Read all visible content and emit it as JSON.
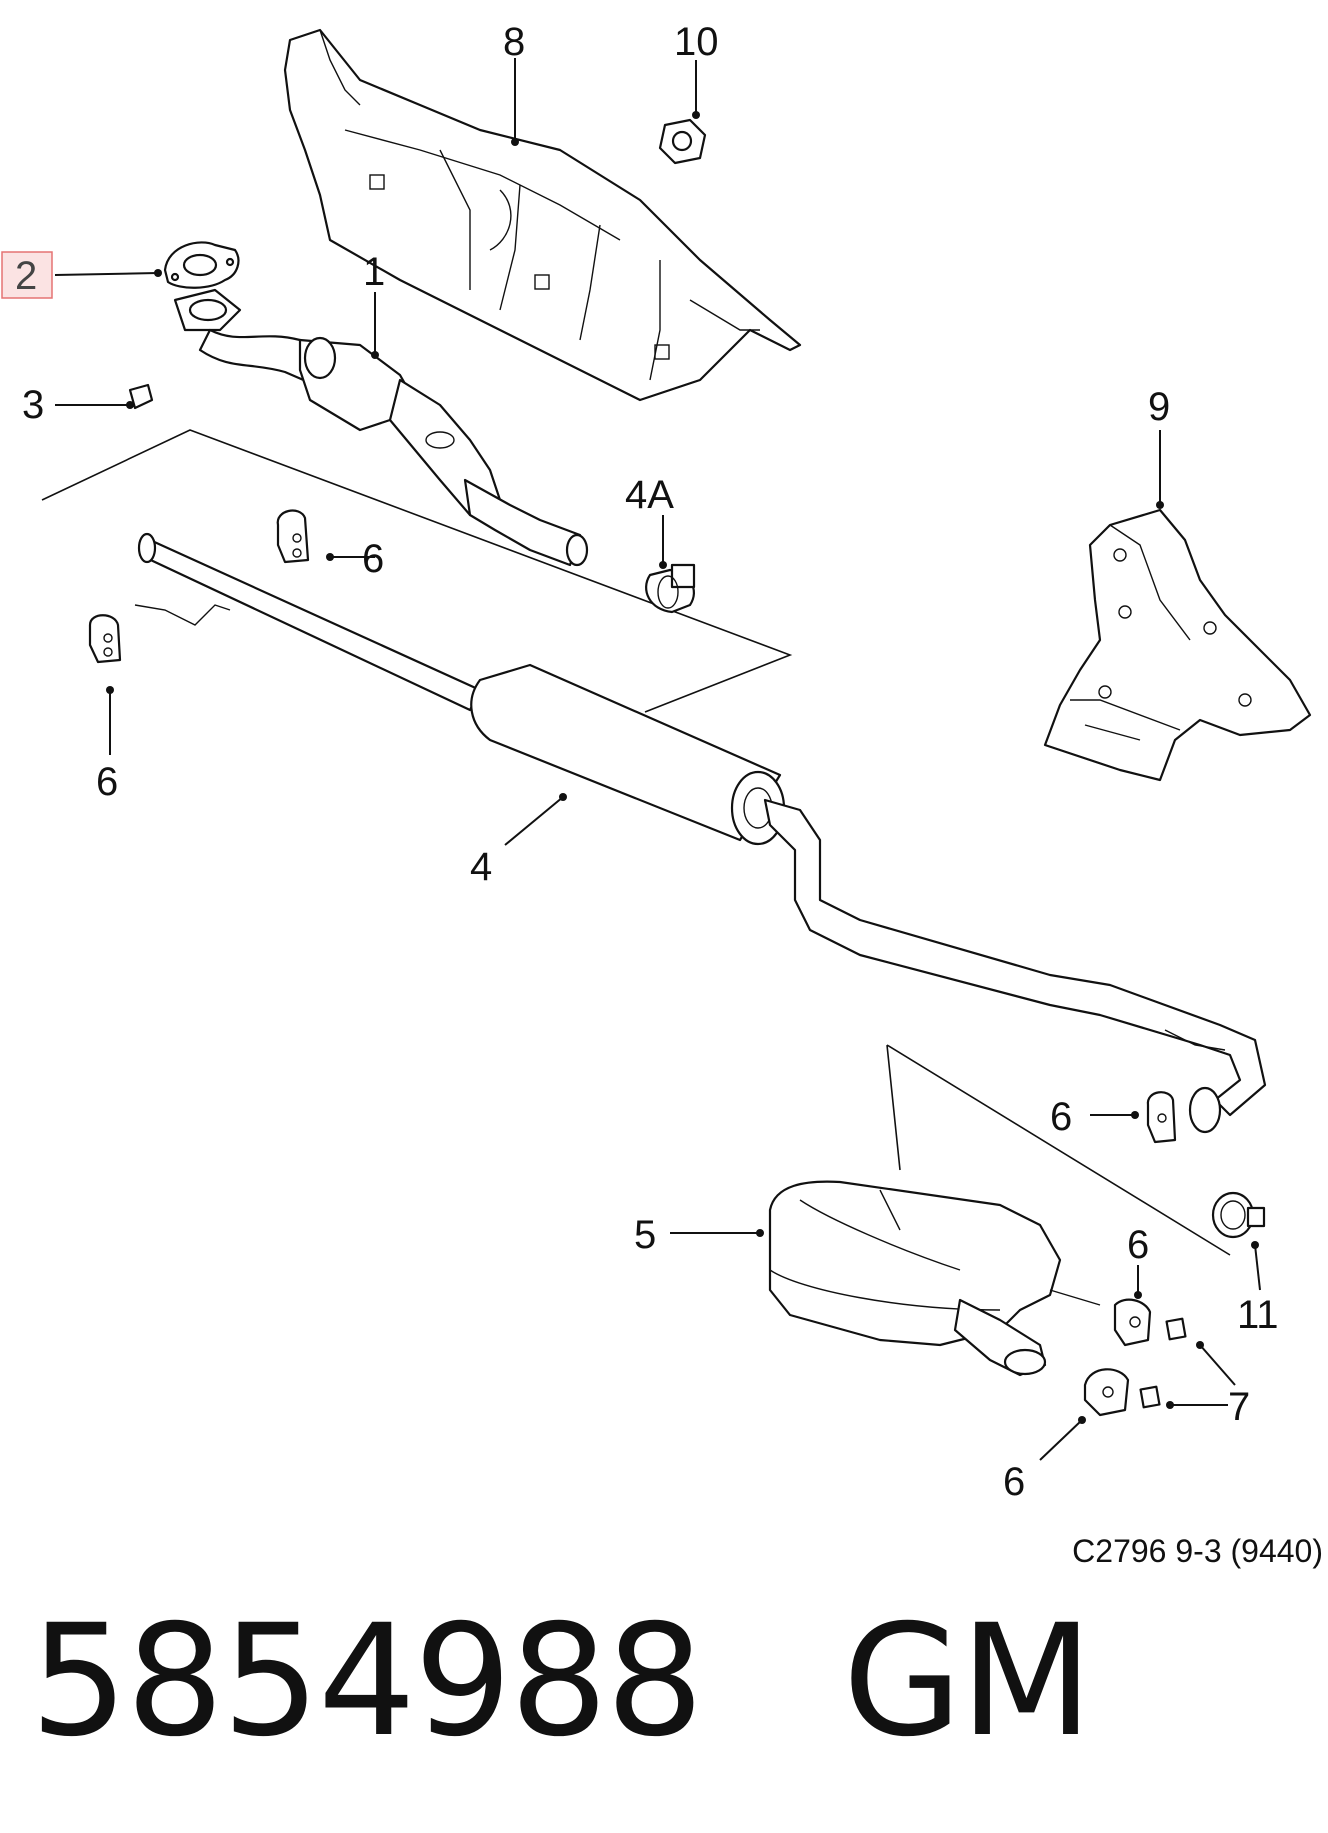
{
  "diagram": {
    "callouts": {
      "c1": "1",
      "c2": "2",
      "c3": "3",
      "c4": "4",
      "c4a": "4A",
      "c5": "5",
      "c6a": "6",
      "c6b": "6",
      "c6c": "6",
      "c6d": "6",
      "c6e": "6",
      "c7": "7",
      "c8": "8",
      "c9": "9",
      "c10": "10",
      "c11": "11"
    },
    "highlighted_callout": "2",
    "highlight_color": "#c0392b",
    "reference_code": "C2796 9-3 (9440)"
  },
  "footer": {
    "part_number_line": "5854988   GM"
  }
}
